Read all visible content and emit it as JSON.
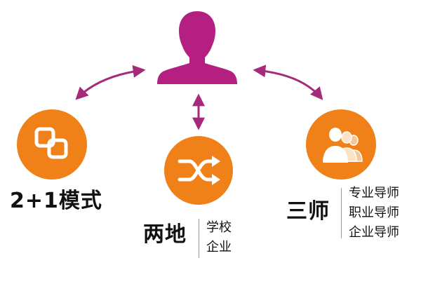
{
  "colors": {
    "person": "#b51f82",
    "accent": "#f08119",
    "arrow": "#a52a7c",
    "text": "#111111",
    "divider": "#9a9a9a"
  },
  "center": {
    "icon": "person-silhouette-icon"
  },
  "nodes": [
    {
      "key": "mode",
      "icon": "linked-squares-icon",
      "title": "2+1模式",
      "items": []
    },
    {
      "key": "two-places",
      "icon": "shuffle-arrows-icon",
      "title": "两地",
      "items": [
        "学校",
        "企业"
      ]
    },
    {
      "key": "three-mentors",
      "icon": "people-group-icon",
      "title": "三师",
      "items": [
        "专业导师",
        "职业导师",
        "企业导师"
      ]
    }
  ]
}
